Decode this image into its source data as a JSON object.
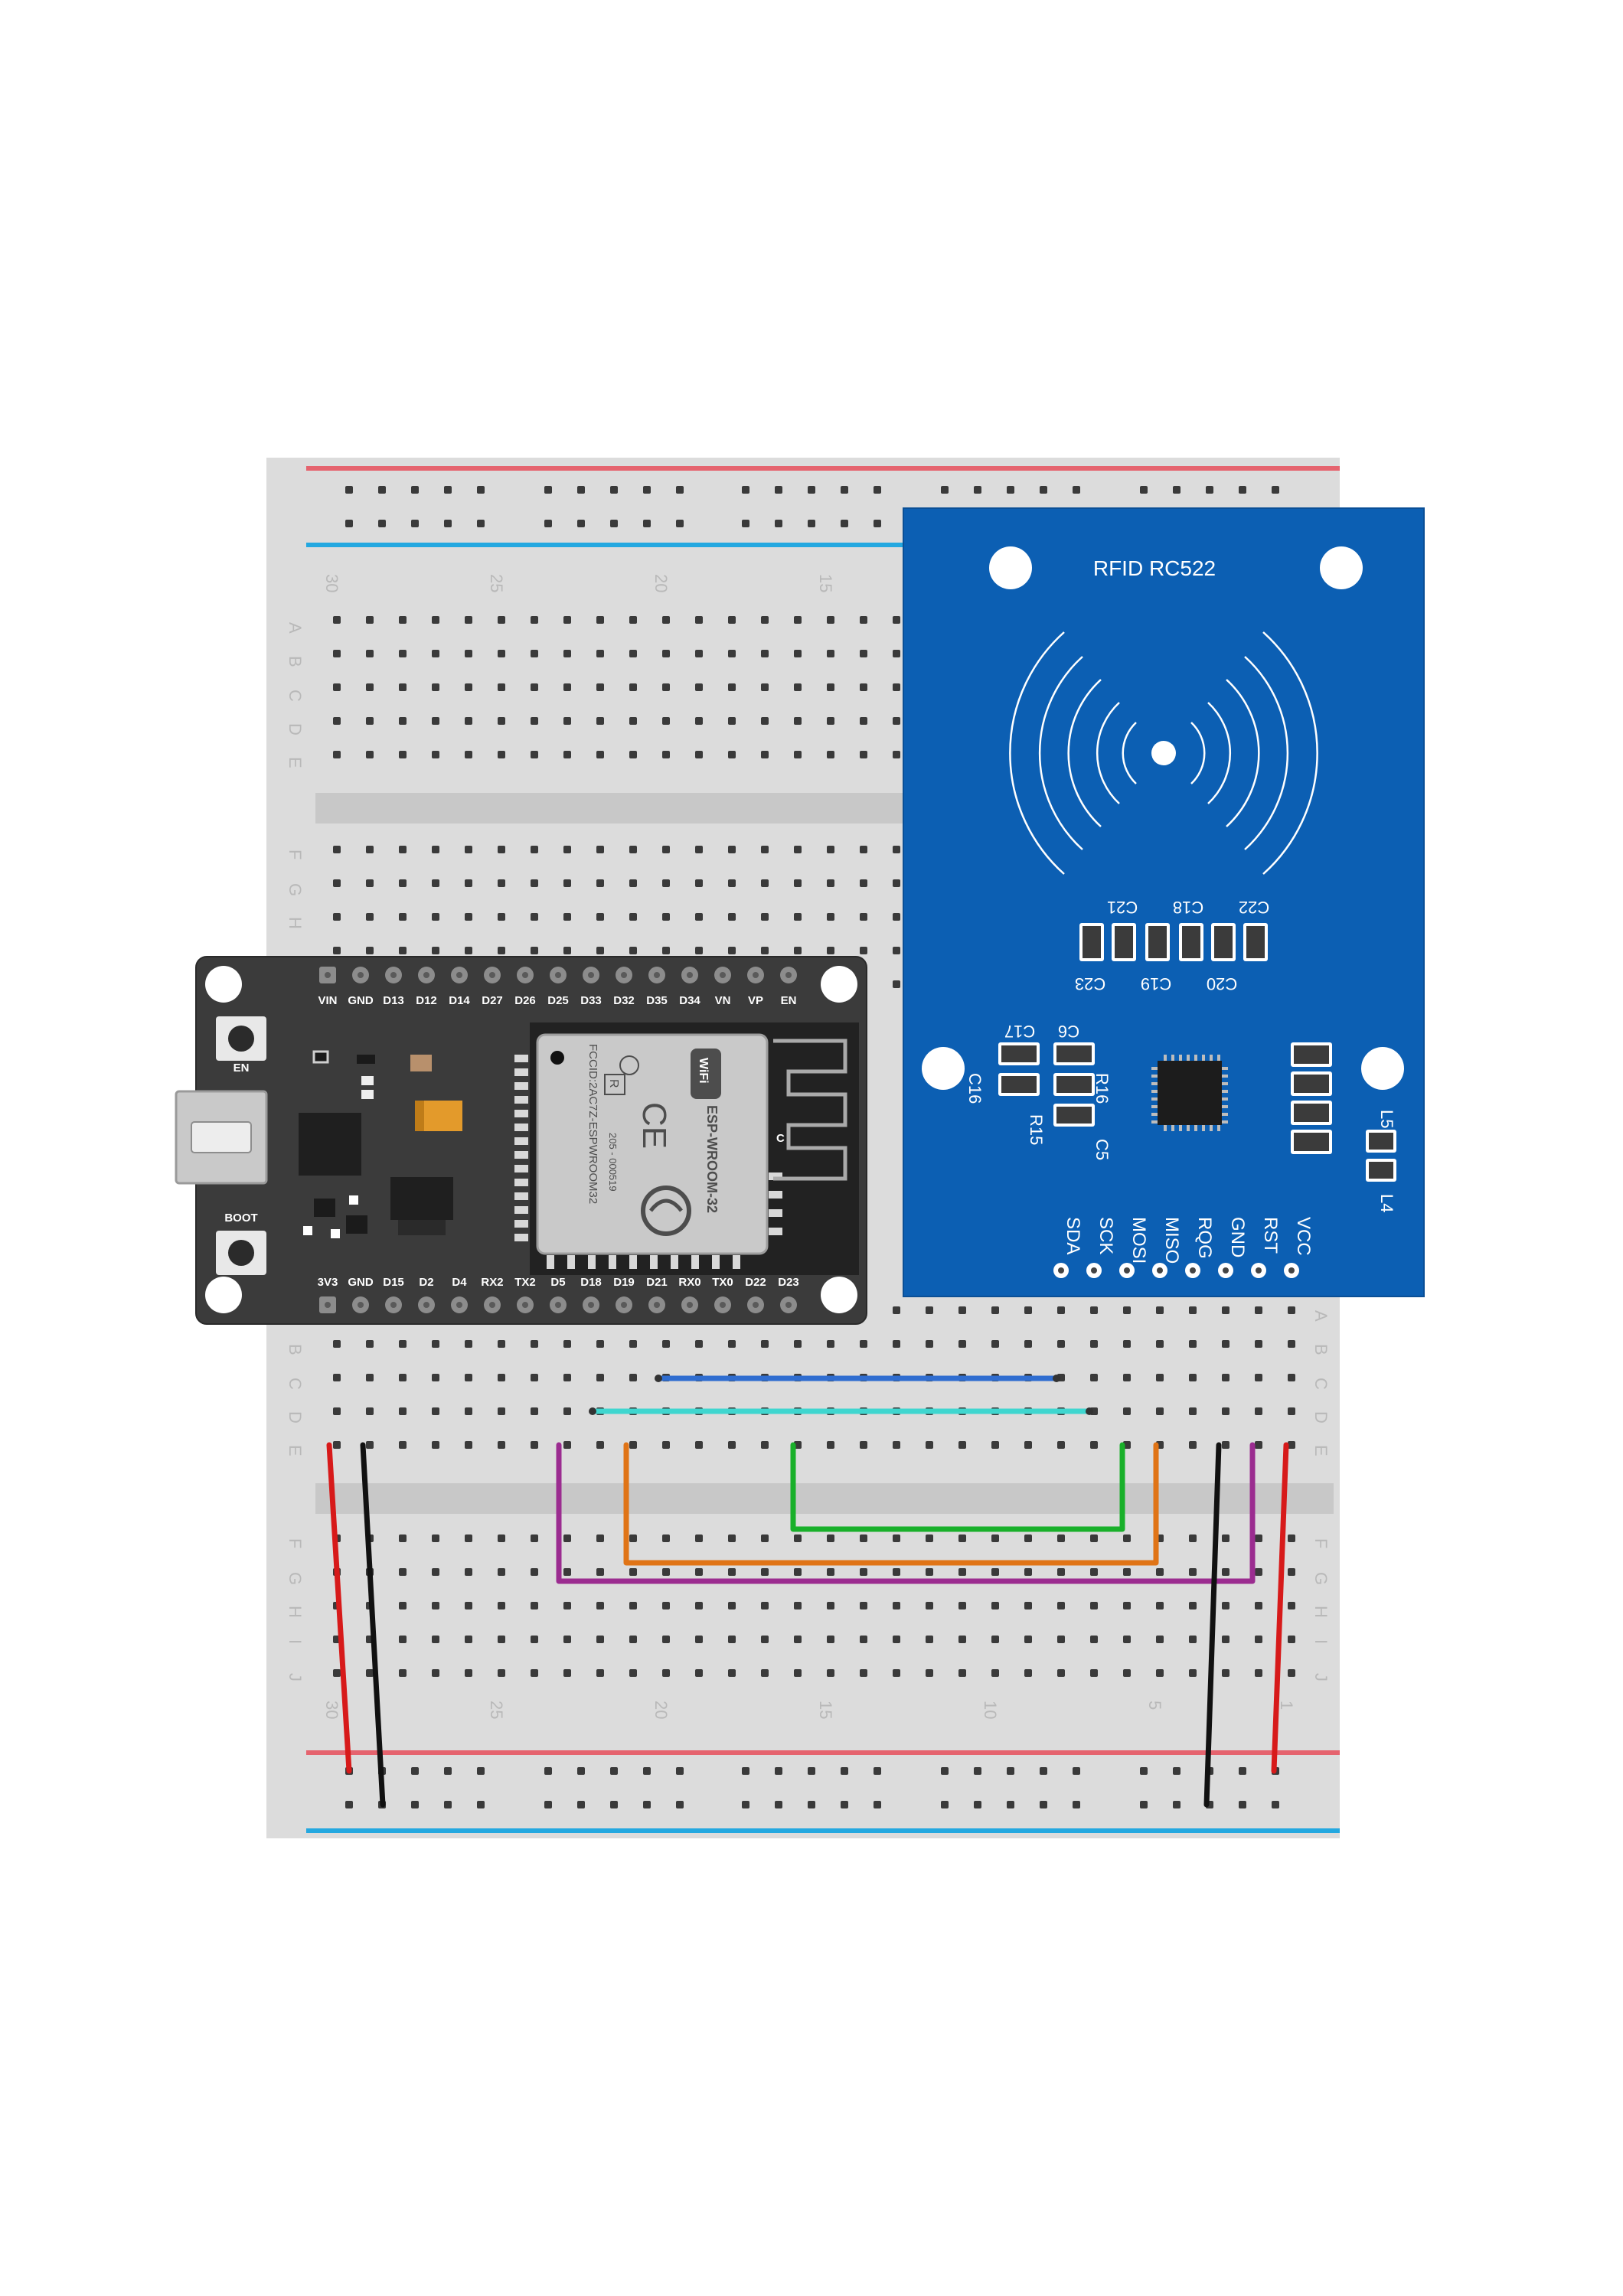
{
  "breadboard": {
    "row_letters_top": [
      "A",
      "B",
      "C",
      "D",
      "E"
    ],
    "row_letters_bottom": [
      "F",
      "G",
      "H",
      "I",
      "J"
    ],
    "column_numbers": [
      "30",
      "25",
      "20",
      "15",
      "10",
      "5",
      "1"
    ]
  },
  "esp32": {
    "top_pins": [
      "VIN",
      "GND",
      "D13",
      "D12",
      "D14",
      "D27",
      "D26",
      "D25",
      "D33",
      "D32",
      "D35",
      "D34",
      "VN",
      "VP",
      "EN"
    ],
    "bottom_pins": [
      "3V3",
      "GND",
      "D15",
      "D2",
      "D4",
      "RX2",
      "TX2",
      "D5",
      "D18",
      "D19",
      "D21",
      "RX0",
      "TX0",
      "D22",
      "D23"
    ],
    "button_en": "EN",
    "button_boot": "BOOT",
    "module_name": "ESP-WROOM-32",
    "fcc_line": "FCCID:2AC7Z-ESPWROOM32",
    "cert_line": "205 - 000519",
    "wifi_badge": "WiFi",
    "ce_mark": "CE",
    "r_mark": "R",
    "antenna_c": "C"
  },
  "rfid": {
    "title": "RFID RC522",
    "pins": [
      "SDA",
      "SCK",
      "MOSI",
      "MISO",
      "RQG",
      "GND",
      "RST",
      "VCC"
    ],
    "components_top": [
      "C21",
      "C18",
      "C22"
    ],
    "components_mid": [
      "C23",
      "C19",
      "C20"
    ],
    "components_left": [
      "C17",
      "C6",
      "C16",
      "R16",
      "R15",
      "C5"
    ],
    "components_right": [
      "L5",
      "L4"
    ]
  },
  "colors": {
    "breadboard": "#dcdcdc",
    "rail_red": "#e5636e",
    "rail_blue": "#24a8e0",
    "esp_board": "#3b3b3b",
    "rfid_board": "#0c5fb3",
    "wire_red": "#d71a1a",
    "wire_black": "#111111",
    "wire_purple": "#9b2c90",
    "wire_orange": "#e07416",
    "wire_green": "#19b02a",
    "wire_blue": "#2f6dd0",
    "wire_cyan": "#3fd6cf"
  }
}
